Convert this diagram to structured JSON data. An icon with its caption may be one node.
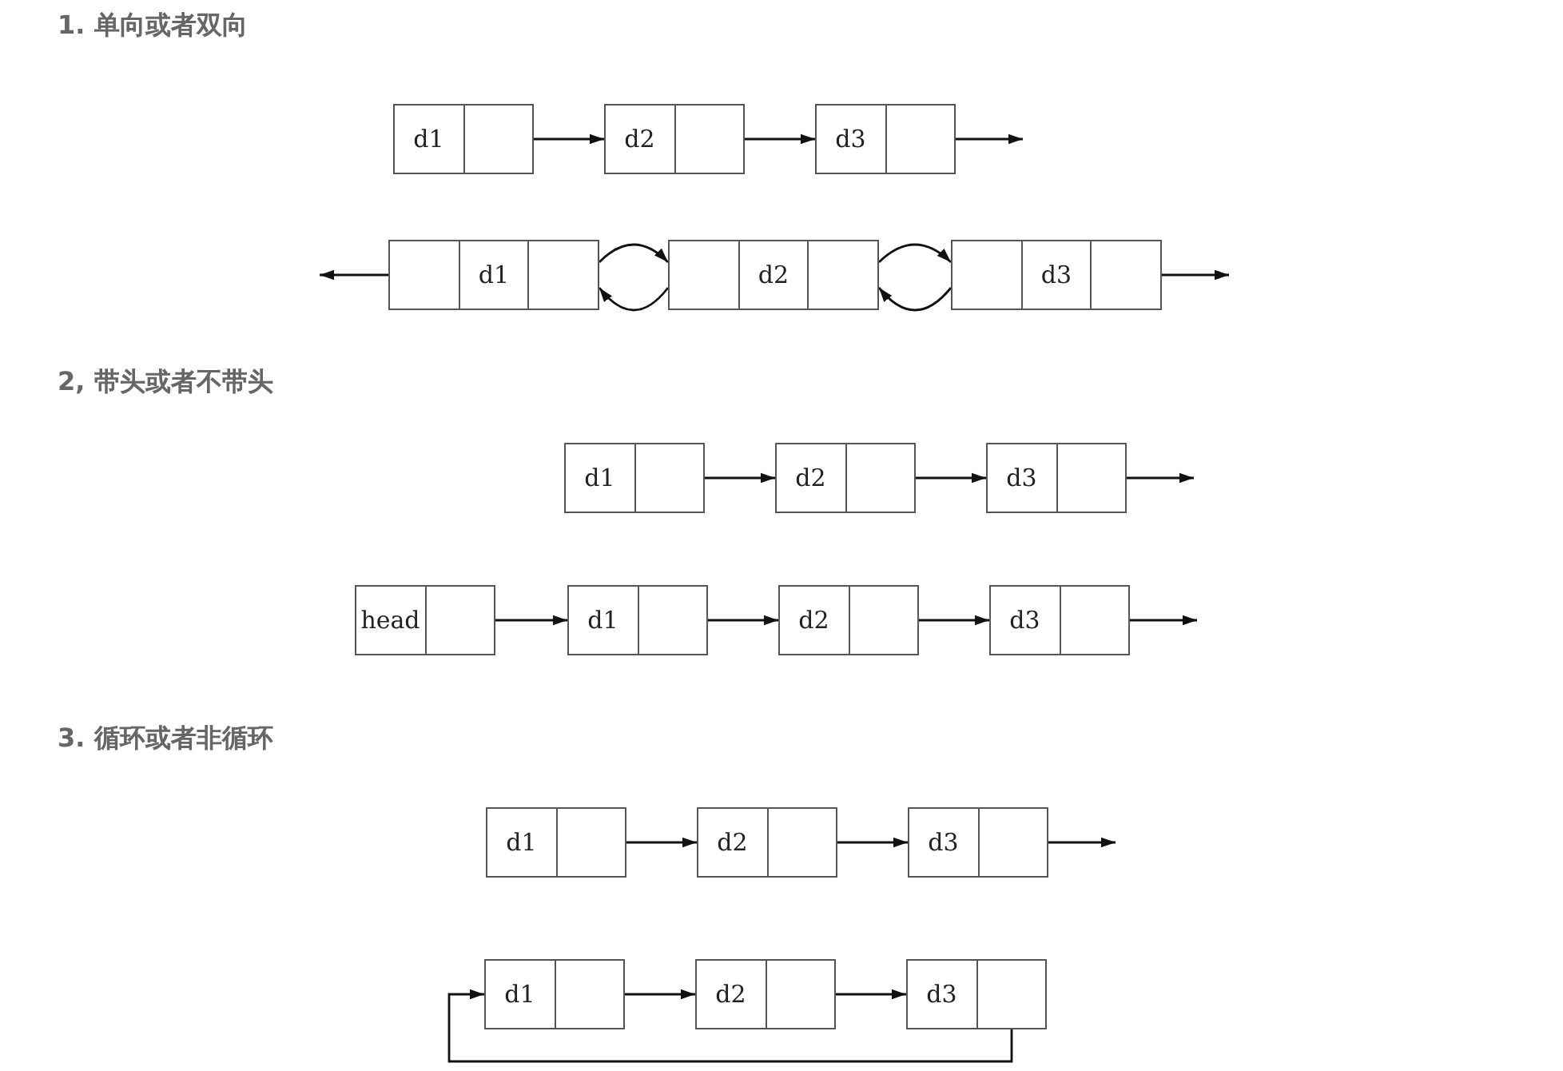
{
  "diagram": {
    "nodes": [
      {
        "text": [
          "d1"
        ]
      },
      {
        "text": [
          "d2"
        ]
      },
      {
        "text": [
          "d3"
        ]
      },
      {
        "text": [
          "d1"
        ]
      },
      {
        "text": [
          "d2"
        ]
      },
      {
        "text": [
          "d3"
        ]
      },
      {
        "text": [
          "d1"
        ]
      },
      {
        "text": [
          "d2"
        ]
      },
      {
        "text": [
          "d3"
        ]
      },
      {
        "text": [
          "head"
        ]
      },
      {
        "text": [
          "d1"
        ]
      },
      {
        "text": [
          "d2"
        ]
      },
      {
        "text": [
          "d3"
        ]
      },
      {
        "text": [
          "d1"
        ]
      },
      {
        "text": [
          "d2"
        ]
      },
      {
        "text": [
          "d3"
        ]
      },
      {
        "text": [
          "d1"
        ]
      },
      {
        "text": [
          "d2"
        ]
      },
      {
        "text": [
          "d3"
        ]
      }
    ],
    "edges": [
      {
        "from": 0,
        "to": 1,
        "arrow": "to"
      },
      {
        "from": 1,
        "to": 2,
        "arrow": "to"
      },
      {
        "from": 2,
        "to": null,
        "arrow": "to"
      },
      {
        "from": 3,
        "to": null,
        "arrow": "to"
      },
      {
        "from": 3,
        "to": 4,
        "arrow": "to"
      },
      {
        "from": 4,
        "to": 3,
        "arrow": "to"
      },
      {
        "from": 4,
        "to": 5,
        "arrow": "to"
      },
      {
        "from": 5,
        "to": 4,
        "arrow": "to"
      },
      {
        "from": 5,
        "to": null,
        "arrow": "to"
      },
      {
        "from": 6,
        "to": 7,
        "arrow": "to"
      },
      {
        "from": 7,
        "to": 8,
        "arrow": "to"
      },
      {
        "from": 8,
        "to": null,
        "arrow": "to"
      },
      {
        "from": 9,
        "to": 10,
        "arrow": "to"
      },
      {
        "from": 10,
        "to": 11,
        "arrow": "to"
      },
      {
        "from": 11,
        "to": 12,
        "arrow": "to"
      },
      {
        "from": 12,
        "to": null,
        "arrow": "to"
      },
      {
        "from": 13,
        "to": 14,
        "arrow": "to"
      },
      {
        "from": 14,
        "to": 15,
        "arrow": "to"
      },
      {
        "from": 15,
        "to": null,
        "arrow": "to"
      },
      {
        "from": 16,
        "to": 17,
        "arrow": "to"
      },
      {
        "from": 17,
        "to": 18,
        "arrow": "to"
      },
      {
        "from": 18,
        "to": 16,
        "arrow": "to"
      }
    ],
    "labels": [
      "1. 单向或者双向",
      "2, 带头或者不带头",
      "3. 循环或者非循环"
    ]
  }
}
